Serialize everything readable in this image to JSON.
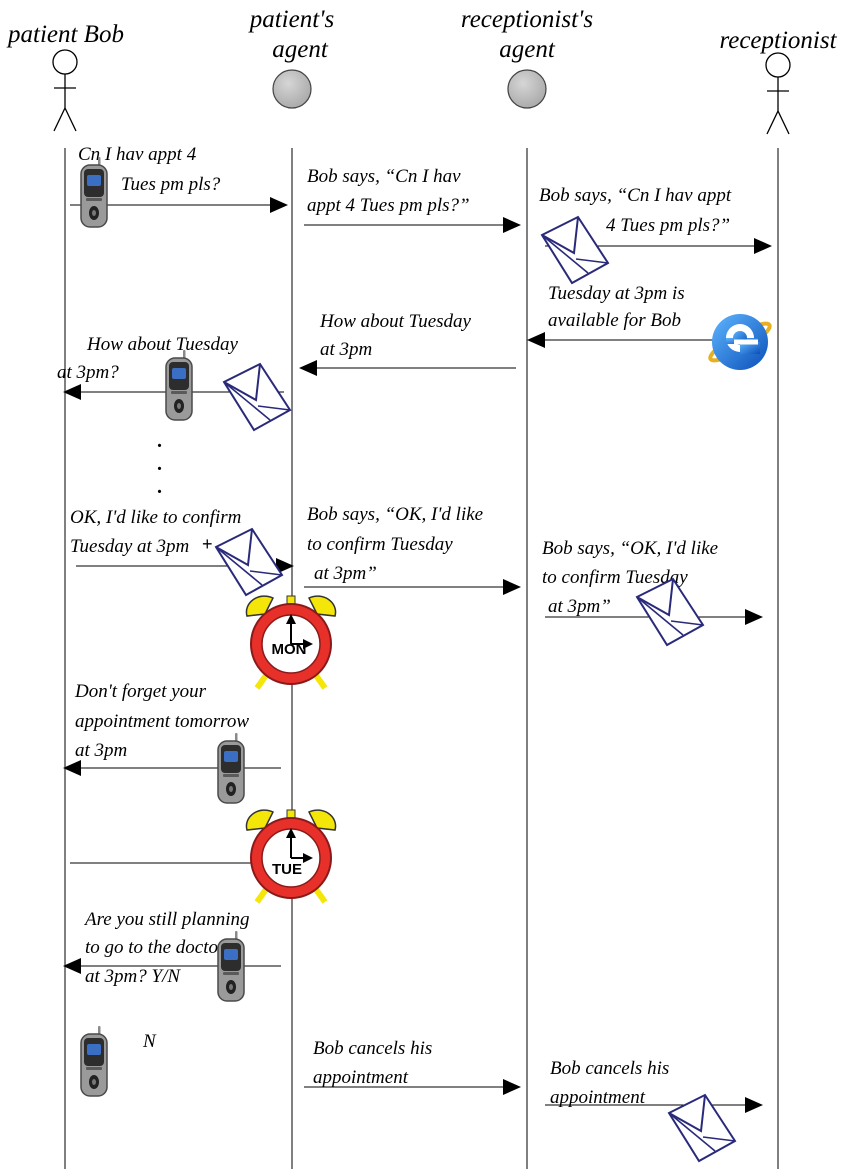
{
  "participants": {
    "patient": "patient Bob",
    "patient_agent_line1": "patient's",
    "patient_agent_line2": "agent",
    "receptionist_agent_line1": "receptionist's",
    "receptionist_agent_line2": "agent",
    "receptionist": "receptionist"
  },
  "messages": {
    "m1": [
      "Cn I hav appt 4",
      "Tues pm pls?"
    ],
    "m2": [
      "Bob says, “Cn I hav",
      "appt 4 Tues pm pls?”"
    ],
    "m3": [
      "Bob says, “Cn I hav appt",
      "4 Tues pm pls?”"
    ],
    "m4": [
      "Tuesday at 3pm is",
      "available for Bob"
    ],
    "m5": [
      "How about Tuesday",
      "at 3pm"
    ],
    "m6": [
      "How about Tuesday",
      "at 3pm?"
    ],
    "m7": [
      "OK, I'd like to confirm",
      "Tuesday at 3pm"
    ],
    "m8": [
      "Bob says, “OK, I'd like",
      "to confirm Tuesday",
      "at 3pm”"
    ],
    "m9": [
      "Bob says, “OK, I'd like",
      "to confirm Tuesday",
      "at 3pm”"
    ],
    "m10": [
      "Don't forget your",
      "appointment tomorrow",
      "at 3pm"
    ],
    "m11": [
      "Are you still planning",
      "to go to the doctors",
      "at 3pm? Y/N"
    ],
    "m12": [
      "N"
    ],
    "m13": [
      "Bob cancels  his",
      "appointment"
    ],
    "m14": [
      "Bob cancels his",
      "appointment"
    ]
  },
  "clocks": {
    "first": "MON",
    "second": "TUE"
  },
  "ellipsis": ".",
  "icons": {
    "phone": "mobile-phone-icon",
    "envelope": "envelope-icon",
    "browser": "internet-explorer-icon",
    "alarm": "alarm-clock-icon",
    "actor": "stick-figure-icon",
    "agent": "agent-circle-icon"
  },
  "colors": {
    "clock_face": "#e8302a",
    "clock_bells": "#f5e60a",
    "envelope_stroke": "#2a2a7a",
    "agent_fill": "#bdbdbd",
    "ie_blue": "#1b6fd8"
  }
}
